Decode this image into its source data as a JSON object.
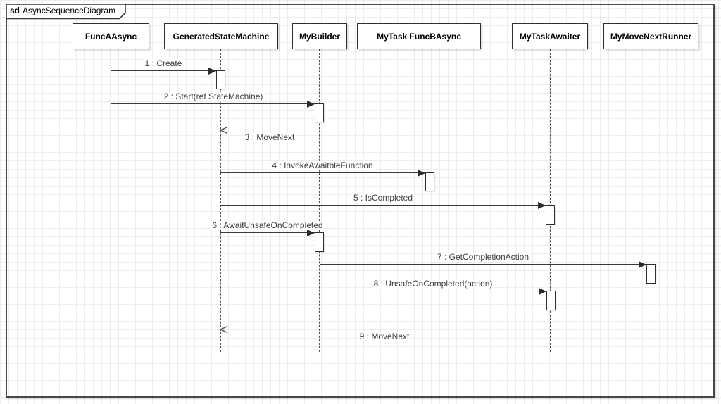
{
  "frame": {
    "keyword": "sd",
    "title": "AsyncSequenceDiagram"
  },
  "lifelines": [
    {
      "label": "FuncAAsync"
    },
    {
      "label": "GeneratedStateMachine"
    },
    {
      "label": "MyBuilder"
    },
    {
      "label": "MyTask FuncBAsync"
    },
    {
      "label": "MyTaskAwaiter"
    },
    {
      "label": "MyMoveNextRunner"
    }
  ],
  "messages": [
    {
      "num": 1,
      "label": "1 : Create",
      "from": "FuncAAsync",
      "to": "GeneratedStateMachine",
      "kind": "sync"
    },
    {
      "num": 2,
      "label": "2 : Start(ref StateMachine)",
      "from": "FuncAAsync",
      "to": "MyBuilder",
      "kind": "sync"
    },
    {
      "num": 3,
      "label": "3 : MoveNext",
      "from": "MyBuilder",
      "to": "GeneratedStateMachine",
      "kind": "return"
    },
    {
      "num": 4,
      "label": "4 : InvokeAwaitbleFunction",
      "from": "GeneratedStateMachine",
      "to": "MyTask FuncBAsync",
      "kind": "sync"
    },
    {
      "num": 5,
      "label": "5 : IsCompleted",
      "from": "GeneratedStateMachine",
      "to": "MyTaskAwaiter",
      "kind": "sync"
    },
    {
      "num": 6,
      "label": "6 : AwaitUnsafeOnCompleted",
      "from": "GeneratedStateMachine",
      "to": "MyBuilder",
      "kind": "sync"
    },
    {
      "num": 7,
      "label": "7 : GetCompletionAction",
      "from": "MyBuilder",
      "to": "MyMoveNextRunner",
      "kind": "sync"
    },
    {
      "num": 8,
      "label": "8 : UnsafeOnCompleted(action)",
      "from": "MyBuilder",
      "to": "MyTaskAwaiter",
      "kind": "sync"
    },
    {
      "num": 9,
      "label": "9 : MoveNext",
      "from": "MyTaskAwaiter",
      "to": "GeneratedStateMachine",
      "kind": "return"
    }
  ],
  "colors": {
    "stroke": "#2f2f2f",
    "lifeline_dash": "#4d4d4d",
    "label_text": "#3d3d3d",
    "header_text": "#000000",
    "shape_fill": "#ffffff",
    "grid_line": "#ededed",
    "background": "#ffffff"
  }
}
